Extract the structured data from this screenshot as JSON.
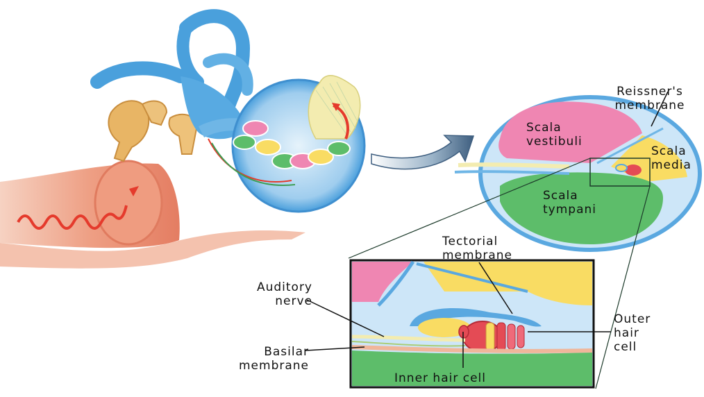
{
  "labels": {
    "reissners": "Reissner's\nmembrane",
    "scala_vestibuli": "Scala\nvestibuli",
    "scala_media": "Scala\nmedia",
    "scala_tympani": "Scala\ntympani",
    "tectorial": "Tectorial\nmembrane",
    "auditory_nerve": "Auditory\nnerve",
    "basilar": "Basilar\nmembrane",
    "outer_hair_cell": "Outer\nhair\ncell",
    "inner_hair_cell": "Inner hair cell"
  },
  "colors": {
    "ear_canal": "#e98b6e",
    "ear_canal_light": "#f4c6b4",
    "cochlea_blue": "#6fb6e6",
    "cochlea_light": "#cde6f8",
    "ossicle_tan": "#e8b565",
    "nerve_yellow": "#f3ecb0",
    "scala_vestibuli_pink": "#ef86b2",
    "scala_media_yellow": "#f9dc63",
    "scala_tympani_green": "#5dbd6a",
    "sound_red": "#e53a2c",
    "hair_cell_red": "#e44b55"
  }
}
